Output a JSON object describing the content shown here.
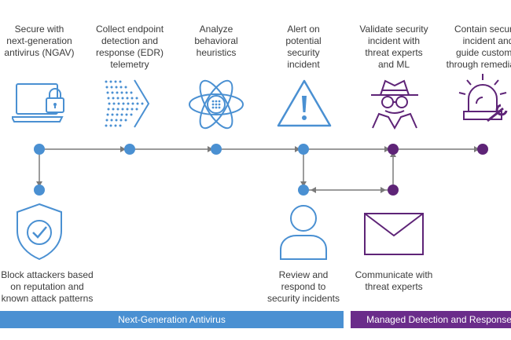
{
  "colors": {
    "blue": "#4a90d2",
    "purple": "#5e2477",
    "line": "#7a7a7a",
    "bar_blue": "#4a90d2",
    "bar_purple": "#6a2c8a"
  },
  "steps": [
    {
      "label": "Secure with\nnext-generation\nantivirus (NGAV)",
      "icon": "laptop-lock-icon"
    },
    {
      "label": "Collect endpoint\ndetection and\nresponse (EDR)\ntelemetry",
      "icon": "dotted-arrow-icon"
    },
    {
      "label": "Analyze\nbehavioral\nheuristics",
      "icon": "atom-icon"
    },
    {
      "label": "Alert on\npotential\nsecurity\nincident",
      "icon": "warning-icon"
    },
    {
      "label": "Validate security\nincident with\nthreat experts\nand ML",
      "icon": "spy-icon"
    },
    {
      "label": "Contain security\nincident and\nguide customer\nthrough remediation",
      "icon": "siren-wrench-icon"
    }
  ],
  "branches": [
    {
      "label": "Block attackers based\non reputation and\nknown attack patterns",
      "icon": "shield-check-icon"
    },
    {
      "label": "Review and\nrespond to\nsecurity incidents",
      "icon": "user-icon"
    },
    {
      "label": "Communicate with\nthreat experts",
      "icon": "envelope-icon"
    }
  ],
  "bars": [
    {
      "label": "Next-Generation Antivirus"
    },
    {
      "label": "Managed Detection and Response"
    }
  ]
}
